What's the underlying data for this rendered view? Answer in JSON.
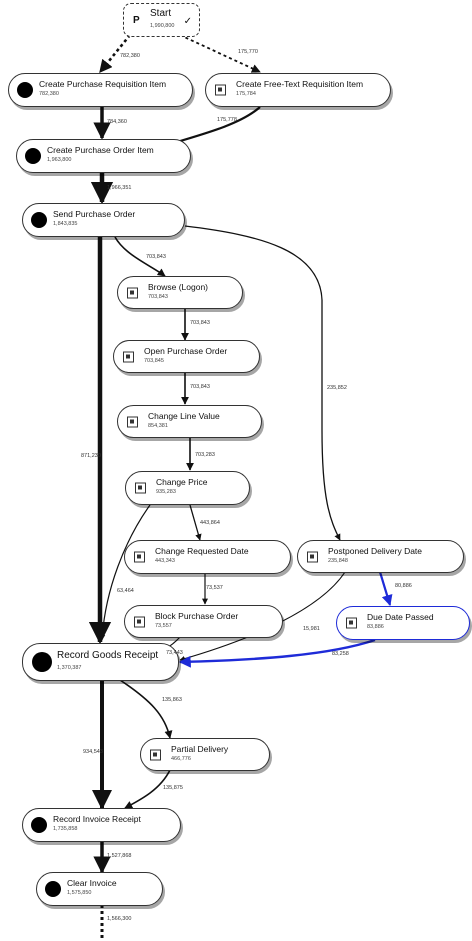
{
  "start": {
    "label": "Start",
    "count": "1,990,800"
  },
  "nodes": {
    "create_pr": {
      "label": "Create Purchase Requisition Item",
      "count": "782,380"
    },
    "create_ft": {
      "label": "Create Free-Text Requisition Item",
      "count": "175,784"
    },
    "create_po": {
      "label": "Create Purchase Order Item",
      "count": "1,963,800"
    },
    "send_po": {
      "label": "Send Purchase Order",
      "count": "1,843,835"
    },
    "browse": {
      "label": "Browse (Logon)",
      "count": "703,843"
    },
    "open_po": {
      "label": "Open Purchase Order",
      "count": "703,845"
    },
    "change_line": {
      "label": "Change Line Value",
      "count": "854,381"
    },
    "change_price": {
      "label": "Change Price",
      "count": "935,283"
    },
    "change_req_date": {
      "label": "Change Requested Date",
      "count": "443,343"
    },
    "postponed": {
      "label": "Postponed Delivery Date",
      "count": "235,848"
    },
    "block_po": {
      "label": "Block Purchase Order",
      "count": "73,557"
    },
    "due_date": {
      "label": "Due Date Passed",
      "count": "83,886"
    },
    "record_gr": {
      "label": "Record Goods Receipt",
      "count": "1,370,387"
    },
    "partial": {
      "label": "Partial Delivery",
      "count": "466,776"
    },
    "record_ir": {
      "label": "Record Invoice Receipt",
      "count": "1,735,858"
    },
    "clear_inv": {
      "label": "Clear Invoice",
      "count": "1,575,850"
    }
  },
  "edge_labels": {
    "start_pr": "782,380",
    "start_ft": "175,770",
    "pr_po": "784,360",
    "ft_po": "175,778",
    "po_send": "1,966,351",
    "send_browse": "703,843",
    "send_postponed": "235,852",
    "browse_open": "703,843",
    "open_change_line": "703,843",
    "change_line_price": "703,283",
    "send_gr": "871,230",
    "price_req_date": "443,864",
    "price_gr": "63,464",
    "req_date_block": "73,537",
    "postponed_due": "80,886",
    "postponed_gr": "15,981",
    "block_gr": "73,443",
    "due_gr": "83,258",
    "gr_partial": "135,863",
    "gr_ir": "934,543",
    "partial_ir": "135,875",
    "ir_clear": "1,527,868",
    "clear_end": "1,566,300"
  },
  "colors": {
    "edge": "#111111",
    "highlight": "#1e2bd8",
    "node_border": "#333333"
  }
}
